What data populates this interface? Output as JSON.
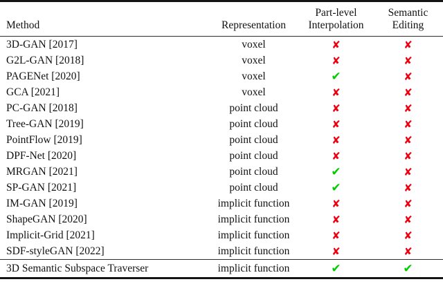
{
  "table": {
    "caption_present": false,
    "columns": [
      {
        "key": "method",
        "label_lines": [
          "Method"
        ],
        "align": "left"
      },
      {
        "key": "repr",
        "label_lines": [
          "Representation"
        ],
        "align": "center"
      },
      {
        "key": "part",
        "label_lines": [
          "Part-level",
          "Interpolation"
        ],
        "align": "center"
      },
      {
        "key": "semantic",
        "label_lines": [
          "Semantic",
          "Editing"
        ],
        "align": "center"
      }
    ],
    "header": {
      "method": "Method",
      "representation": "Representation",
      "part_level_line1": "Part-level",
      "part_level_line2": "Interpolation",
      "semantic_line1": "Semantic",
      "semantic_line2": "Editing"
    },
    "marks": {
      "yes_glyph": "✔",
      "no_glyph": "✘",
      "yes_color": "#00cc00",
      "no_color": "#ee0011",
      "yes_name": "check-icon",
      "no_name": "cross-icon"
    },
    "rows": [
      {
        "method": "3D-GAN [2017]",
        "representation": "voxel",
        "part_level": "no",
        "semantic_editing": "no",
        "highlight": false
      },
      {
        "method": "G2L-GAN [2018]",
        "representation": "voxel",
        "part_level": "no",
        "semantic_editing": "no",
        "highlight": false
      },
      {
        "method": "PAGENet [2020]",
        "representation": "voxel",
        "part_level": "yes",
        "semantic_editing": "no",
        "highlight": false
      },
      {
        "method": "GCA [2021]",
        "representation": "voxel",
        "part_level": "no",
        "semantic_editing": "no",
        "highlight": false
      },
      {
        "method": "PC-GAN [2018]",
        "representation": "point cloud",
        "part_level": "no",
        "semantic_editing": "no",
        "highlight": false
      },
      {
        "method": "Tree-GAN [2019]",
        "representation": "point cloud",
        "part_level": "no",
        "semantic_editing": "no",
        "highlight": false
      },
      {
        "method": "PointFlow [2019]",
        "representation": "point cloud",
        "part_level": "no",
        "semantic_editing": "no",
        "highlight": false
      },
      {
        "method": "DPF-Net [2020]",
        "representation": "point cloud",
        "part_level": "no",
        "semantic_editing": "no",
        "highlight": false
      },
      {
        "method": "MRGAN [2021]",
        "representation": "point cloud",
        "part_level": "yes",
        "semantic_editing": "no",
        "highlight": false
      },
      {
        "method": "SP-GAN [2021]",
        "representation": "point cloud",
        "part_level": "yes",
        "semantic_editing": "no",
        "highlight": false
      },
      {
        "method": "IM-GAN [2019]",
        "representation": "implicit function",
        "part_level": "no",
        "semantic_editing": "no",
        "highlight": false
      },
      {
        "method": "ShapeGAN [2020]",
        "representation": "implicit function",
        "part_level": "no",
        "semantic_editing": "no",
        "highlight": false
      },
      {
        "method": "Implicit-Grid [2021]",
        "representation": "implicit function",
        "part_level": "no",
        "semantic_editing": "no",
        "highlight": false
      },
      {
        "method": "SDF-styleGAN [2022]",
        "representation": "implicit function",
        "part_level": "no",
        "semantic_editing": "no",
        "highlight": false
      },
      {
        "method": "3D Semantic Subspace Traverser",
        "representation": "implicit function",
        "part_level": "yes",
        "semantic_editing": "yes",
        "highlight": true
      }
    ]
  }
}
